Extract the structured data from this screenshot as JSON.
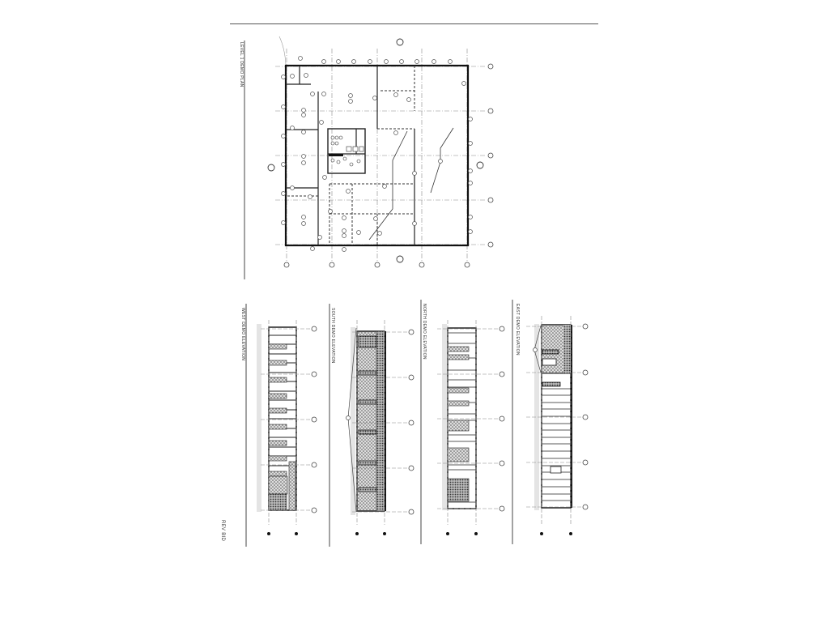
{
  "sheet": {
    "type": "architectural drawing sheet",
    "revision_label": "REV BID"
  },
  "plan": {
    "title": "LEVEL 1 DEMO PLAN",
    "north_marker": "north-arrow-marker",
    "grid_columns": 5,
    "grid_rows": 5
  },
  "elevations": [
    {
      "title": "WEST DEMO ELEVATION",
      "grid_bubbles": 5
    },
    {
      "title": "SOUTH DEMO ELEVATION",
      "grid_bubbles": 5
    },
    {
      "title": "NORTH DEMO ELEVATION",
      "grid_bubbles": 5
    },
    {
      "title": "EAST DEMO ELEVATION",
      "grid_bubbles": 5
    }
  ],
  "colors": {
    "line": "#222222",
    "grid": "#777777",
    "hatch": "#555555",
    "paper": "#ffffff"
  }
}
